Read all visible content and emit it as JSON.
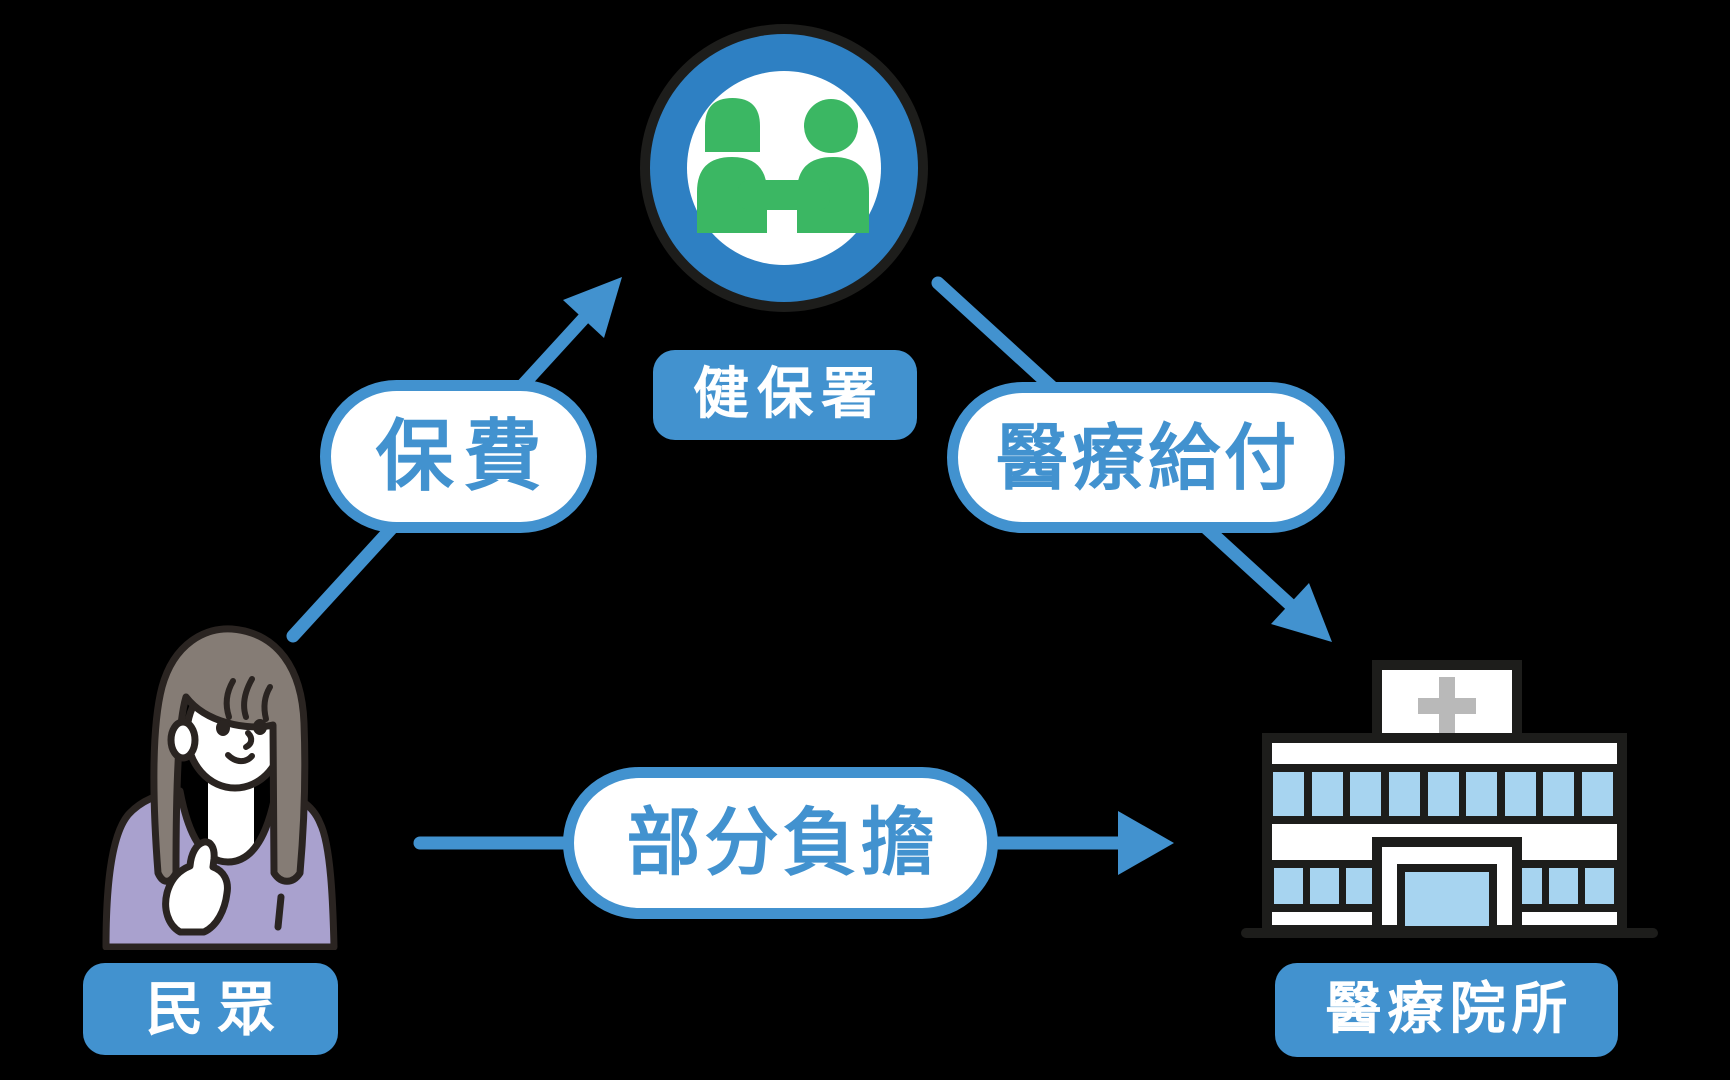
{
  "diagram": {
    "background_color": "#000000",
    "nodes": {
      "nhia": {
        "label": "健保署",
        "icon": "people-handshake-icon"
      },
      "public": {
        "label": "民眾",
        "icon": "woman-icon"
      },
      "providers": {
        "label": "醫療院所",
        "icon": "hospital-icon"
      }
    },
    "flows": {
      "premium": {
        "label": "保費",
        "from": "民眾",
        "to": "健保署"
      },
      "benefit": {
        "label": "醫療給付",
        "from": "健保署",
        "to": "醫療院所"
      },
      "copay": {
        "label": "部分負擔",
        "from": "民眾",
        "to": "醫療院所"
      }
    },
    "colors": {
      "accent_blue": "#4292cf",
      "ring_blue": "#2e80c3",
      "icon_green": "#3bb763",
      "outline_dark": "#1d1d1b",
      "window_blue": "#a7d4f0",
      "cross_gray": "#b9b9b9",
      "hair_gray_brown": "#857c75",
      "sweater_purple": "#a9a1ce",
      "bubble_fill": "#ffffff",
      "label_text": "#ffffff"
    }
  }
}
